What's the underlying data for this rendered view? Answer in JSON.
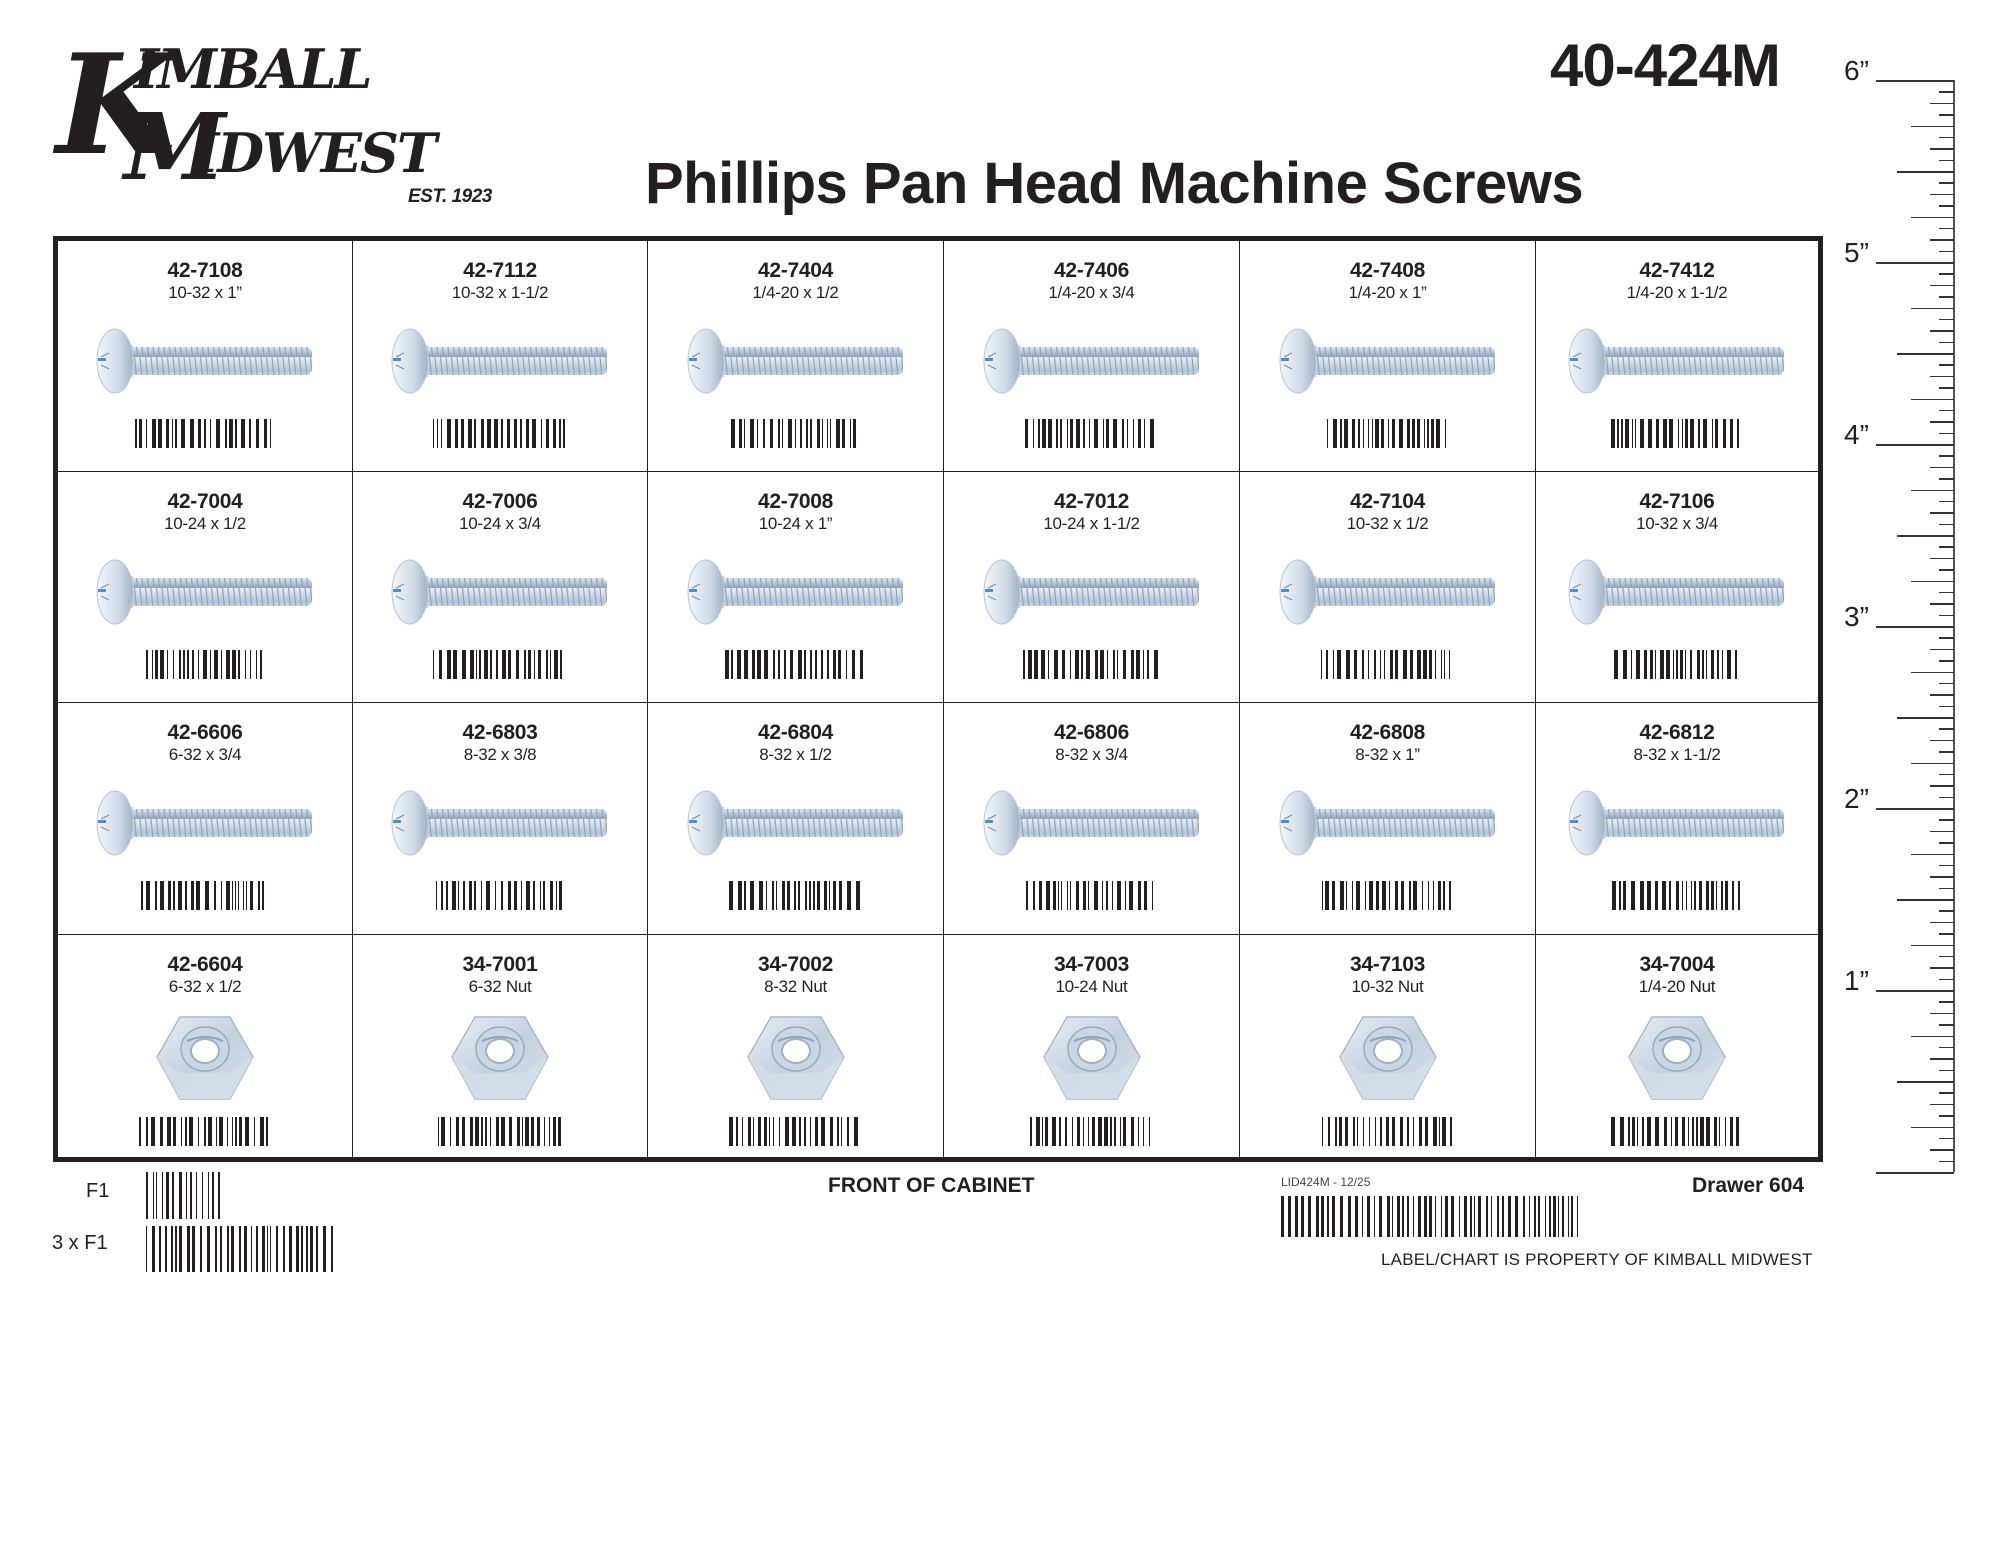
{
  "header": {
    "logo": {
      "line1_initial": "K",
      "line1_rest": "IMBALL",
      "line2_initial": "M",
      "line2_rest": "IDWEST",
      "est": "EST. 1923"
    },
    "part_number": "40-424M",
    "title": "Phillips Pan Head Machine Screws"
  },
  "grid": {
    "rows": [
      [
        {
          "part": "42-7108",
          "size": "10-32 x 1”",
          "type": "screw"
        },
        {
          "part": "42-7112",
          "size": "10-32 x 1-1/2",
          "type": "screw"
        },
        {
          "part": "42-7404",
          "size": "1/4-20 x 1/2",
          "type": "screw"
        },
        {
          "part": "42-7406",
          "size": "1/4-20 x 3/4",
          "type": "screw"
        },
        {
          "part": "42-7408",
          "size": "1/4-20 x 1”",
          "type": "screw"
        },
        {
          "part": "42-7412",
          "size": "1/4-20 x 1-1/2",
          "type": "screw"
        }
      ],
      [
        {
          "part": "42-7004",
          "size": "10-24 x 1/2",
          "type": "screw"
        },
        {
          "part": "42-7006",
          "size": "10-24 x 3/4",
          "type": "screw"
        },
        {
          "part": "42-7008",
          "size": "10-24 x 1”",
          "type": "screw"
        },
        {
          "part": "42-7012",
          "size": "10-24 x 1-1/2",
          "type": "screw"
        },
        {
          "part": "42-7104",
          "size": "10-32 x 1/2",
          "type": "screw"
        },
        {
          "part": "42-7106",
          "size": "10-32 x 3/4",
          "type": "screw"
        }
      ],
      [
        {
          "part": "42-6606",
          "size": "6-32 x 3/4",
          "type": "screw"
        },
        {
          "part": "42-6803",
          "size": "8-32 x 3/8",
          "type": "screw"
        },
        {
          "part": "42-6804",
          "size": "8-32 x 1/2",
          "type": "screw"
        },
        {
          "part": "42-6806",
          "size": "8-32 x 3/4",
          "type": "screw"
        },
        {
          "part": "42-6808",
          "size": "8-32 x 1”",
          "type": "screw"
        },
        {
          "part": "42-6812",
          "size": "8-32 x 1-1/2",
          "type": "screw"
        }
      ],
      [
        {
          "part": "42-6604",
          "size": "6-32 x 1/2",
          "type": "nut"
        },
        {
          "part": "34-7001",
          "size": "6-32 Nut",
          "type": "nut"
        },
        {
          "part": "34-7002",
          "size": "8-32 Nut",
          "type": "nut"
        },
        {
          "part": "34-7003",
          "size": "10-24 Nut",
          "type": "nut"
        },
        {
          "part": "34-7103",
          "size": "10-32 Nut",
          "type": "nut"
        },
        {
          "part": "34-7004",
          "size": "1/4-20 Nut",
          "type": "nut"
        }
      ]
    ]
  },
  "footer": {
    "f1_label": "F1",
    "f1x3_label": "3 x F1",
    "front_of_cabinet": "FRONT OF CABINET",
    "lid_code": "LID424M - 12/25",
    "drawer": "Drawer 604",
    "property_notice": "LABEL/CHART IS PROPERTY OF KIMBALL MIDWEST"
  },
  "ruler": {
    "labels": [
      "6”",
      "5”",
      "4”",
      "3”",
      "2”",
      "1”"
    ],
    "inches": 6,
    "subdivisions": 16
  },
  "colors": {
    "ink": "#231f20",
    "zinc_light": "#e6eef5",
    "zinc_mid": "#b8c8d8",
    "zinc_dark": "#8aa0b6"
  }
}
